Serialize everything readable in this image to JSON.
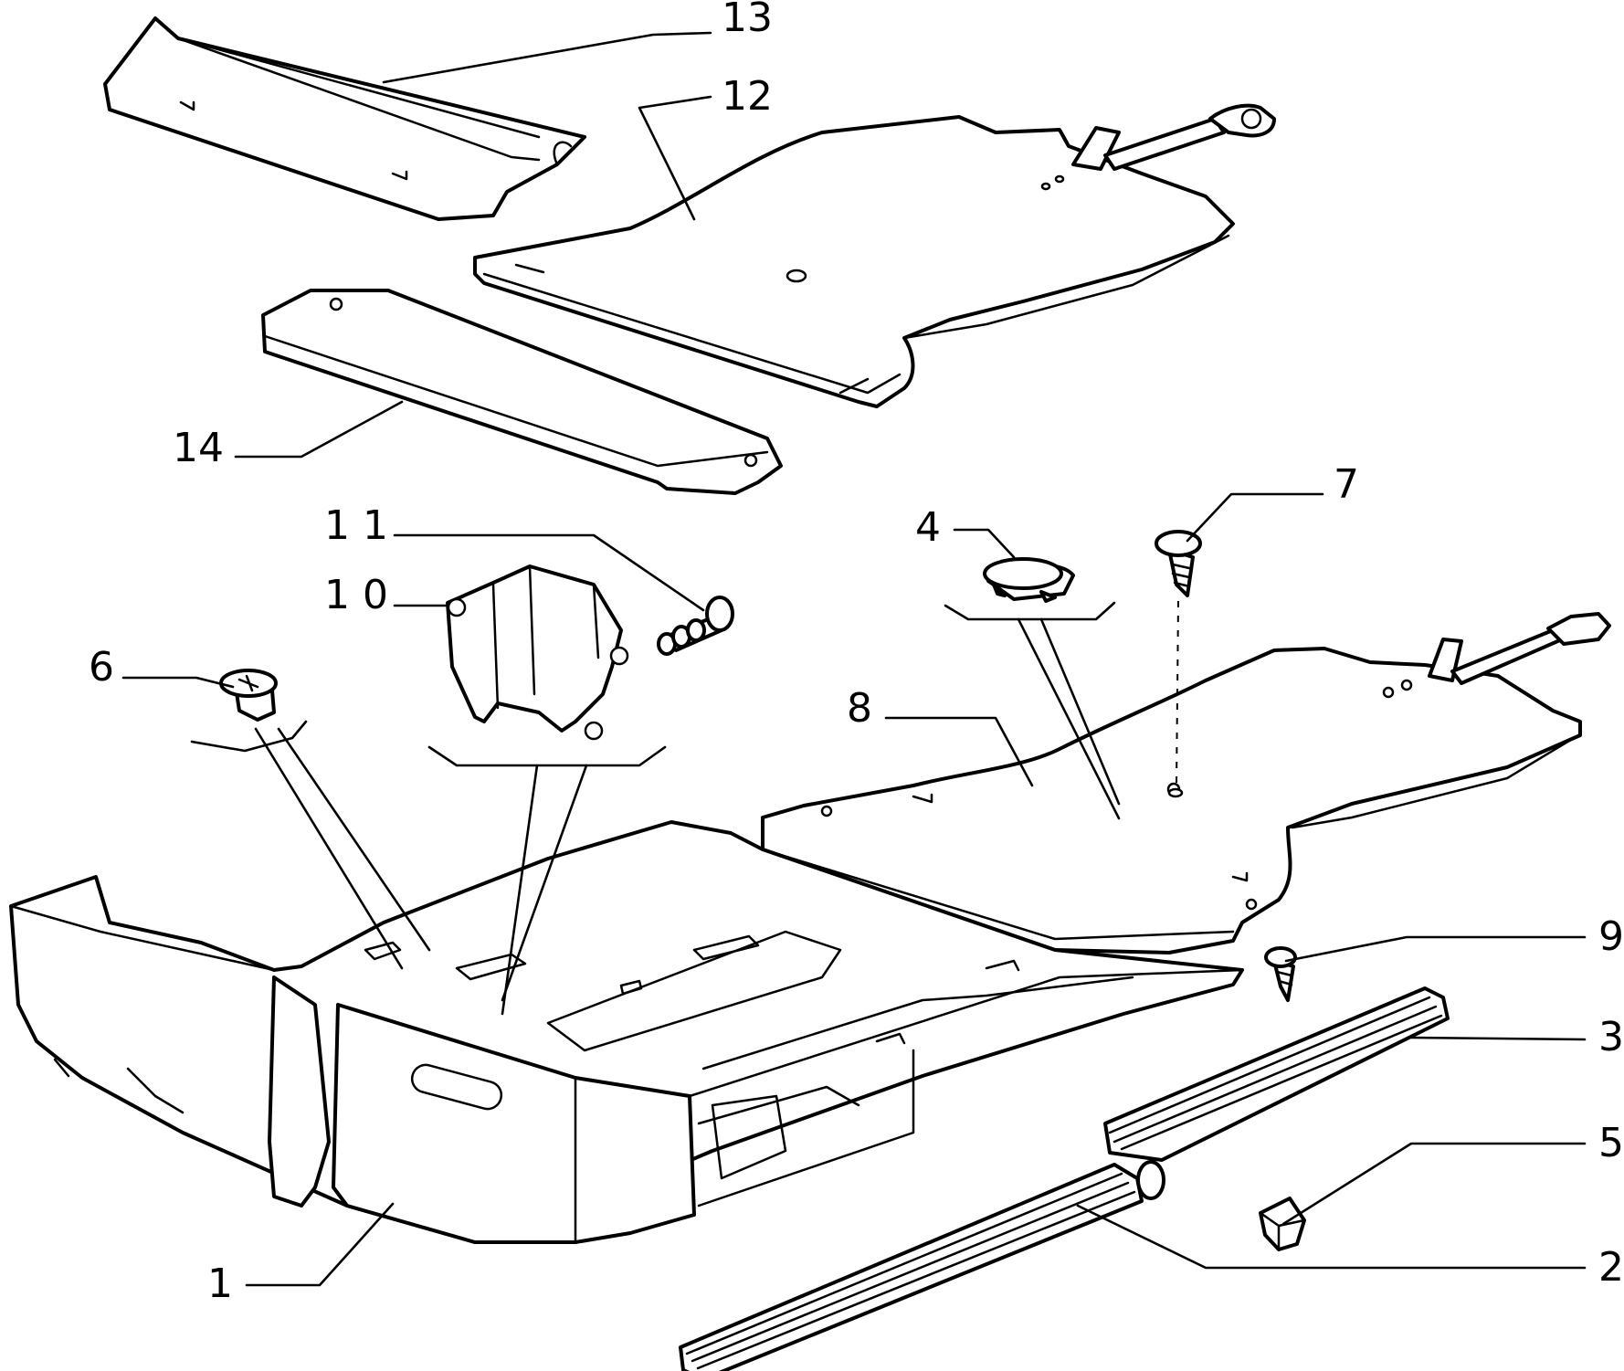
{
  "callouts": [
    {
      "id": "c1",
      "text": "1"
    },
    {
      "id": "c2",
      "text": "2"
    },
    {
      "id": "c3",
      "text": "3"
    },
    {
      "id": "c4",
      "text": "4"
    },
    {
      "id": "c5",
      "text": "5"
    },
    {
      "id": "c6",
      "text": "6"
    },
    {
      "id": "c7",
      "text": "7"
    },
    {
      "id": "c8",
      "text": "8"
    },
    {
      "id": "c9",
      "text": "9"
    },
    {
      "id": "c10",
      "text": "1 0"
    },
    {
      "id": "c11",
      "text": "1 1"
    },
    {
      "id": "c12",
      "text": "12"
    },
    {
      "id": "c13",
      "text": "13"
    },
    {
      "id": "c14",
      "text": "14"
    }
  ],
  "colors": {
    "ink": "#000000",
    "paper": "#ffffff"
  }
}
